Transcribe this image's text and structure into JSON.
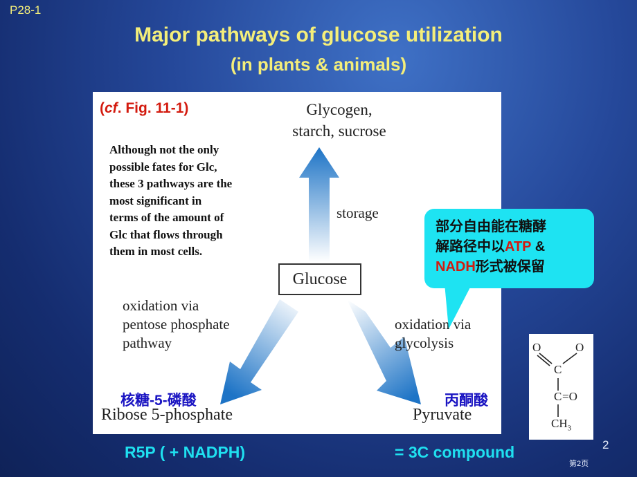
{
  "slide": {
    "tag": "P28-1",
    "title": "Major pathways of glucose utilization",
    "subtitle": "(in plants & animals)",
    "page_number": "2",
    "page_label_cn": "第2页"
  },
  "figure": {
    "reference_open": "(",
    "reference_cf": "cf",
    "reference_rest": ". Fig. 11-1)",
    "note_lines": [
      "Although not the only",
      "possible fates for Glc,",
      "these 3 pathways are the",
      "most significant in",
      "terms of the amount of",
      "Glc that flows through",
      "them in most cells."
    ],
    "glycogen_line1": "Glycogen,",
    "glycogen_line2": "starch, sucrose",
    "storage_label": "storage",
    "glucose_label": "Glucose",
    "ppp_line1": "oxidation via",
    "ppp_line2": "pentose phosphate",
    "ppp_line3": "pathway",
    "glycolysis_line1": "oxidation via",
    "glycolysis_line2": "glycolysis",
    "ribose_cn": "核糖-5-磷酸",
    "pyruvate_cn": "丙酮酸",
    "ribose_label": "Ribose 5-phosphate",
    "pyruvate_label": "Pyruvate"
  },
  "callout": {
    "line1": "部分自由能在糖酵",
    "line2_pre": "解路径中以",
    "line2_atp": "ATP",
    "line2_post": " &",
    "line3_nadh": "NADH",
    "line3_post": "形式被保留"
  },
  "structure": {
    "o_left": "O",
    "o_right": "O",
    "c1": "C",
    "c2": "C",
    "double_o": "=O",
    "ch3_main": "CH",
    "ch3_sub": "3"
  },
  "footer": {
    "r5p_formula": "R5P ( + NADPH)",
    "three_c": "= 3C compound"
  },
  "colors": {
    "title_yellow": "#f4ee7a",
    "red": "#d31a0e",
    "dark_blue": "#1a14c2",
    "cyan": "#1fe0f0",
    "callout_cyan": "#1ee3f2"
  }
}
